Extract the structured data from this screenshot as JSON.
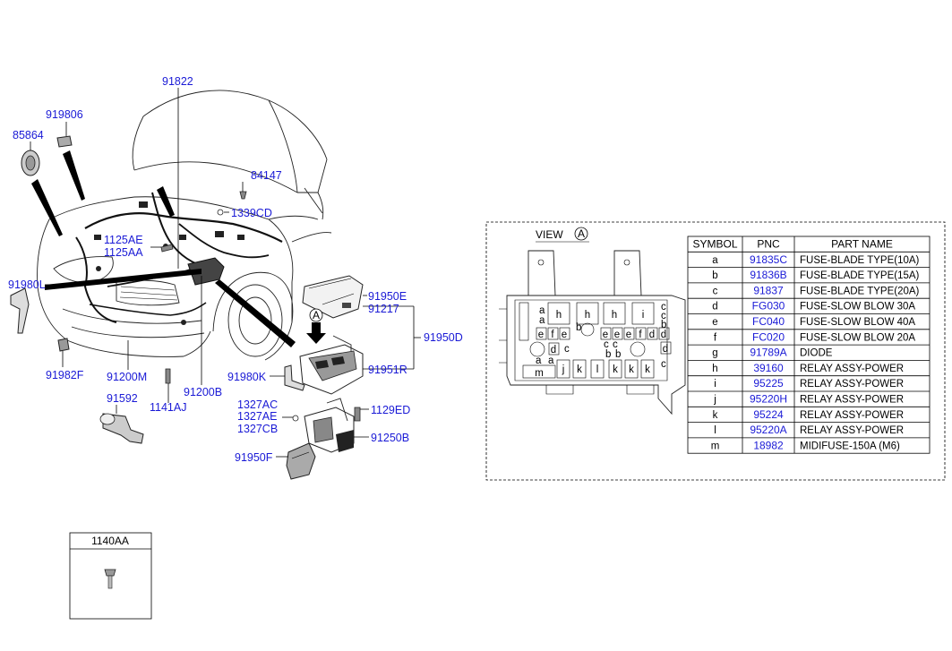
{
  "callouts": {
    "c91822": "91822",
    "c919806": "919806",
    "c85864": "85864",
    "c84147": "84147",
    "c1339CD": "1339CD",
    "c1125AE": "1125AE",
    "c1125AA": "1125AA",
    "c91980L": "91980L",
    "c91982F": "91982F",
    "c91200M": "91200M",
    "c91592": "91592",
    "c1141AJ": "1141AJ",
    "c91200B": "91200B",
    "c91980K": "91980K",
    "c91950E": "91950E",
    "c91217": "91217",
    "c91950D": "91950D",
    "c91951R": "91951R",
    "c1327AC": "1327AC",
    "c1327AE": "1327AE",
    "c1327CB": "1327CB",
    "c1129ED": "1129ED",
    "c91250B": "91250B",
    "c91950F": "91950F"
  },
  "view_marker": "A",
  "view": {
    "title": "VIEW",
    "marker": "A"
  },
  "fusebox_letters": {
    "a": "a",
    "b": "b",
    "c": "c",
    "d": "d",
    "e": "e",
    "f": "f",
    "h": "h",
    "i": "i",
    "j": "j",
    "k": "k",
    "l": "l",
    "m": "m"
  },
  "table": {
    "headers": [
      "SYMBOL",
      "PNC",
      "PART NAME"
    ],
    "rows": [
      {
        "symbol": "a",
        "pnc": "91835C",
        "name": "FUSE-BLADE TYPE(10A)"
      },
      {
        "symbol": "b",
        "pnc": "91836B",
        "name": "FUSE-BLADE TYPE(15A)"
      },
      {
        "symbol": "c",
        "pnc": "91837",
        "name": "FUSE-BLADE TYPE(20A)"
      },
      {
        "symbol": "d",
        "pnc": "FG030",
        "name": "FUSE-SLOW BLOW 30A"
      },
      {
        "symbol": "e",
        "pnc": "FC040",
        "name": "FUSE-SLOW BLOW 40A"
      },
      {
        "symbol": "f",
        "pnc": "FC020",
        "name": "FUSE-SLOW BLOW 20A"
      },
      {
        "symbol": "g",
        "pnc": "91789A",
        "name": "DIODE"
      },
      {
        "symbol": "h",
        "pnc": "39160",
        "name": "RELAY ASSY-POWER"
      },
      {
        "symbol": "i",
        "pnc": "95225",
        "name": "RELAY ASSY-POWER"
      },
      {
        "symbol": "j",
        "pnc": "95220H",
        "name": "RELAY ASSY-POWER"
      },
      {
        "symbol": "k",
        "pnc": "95224",
        "name": "RELAY ASSY-POWER"
      },
      {
        "symbol": "l",
        "pnc": "95220A",
        "name": "RELAY ASSY-POWER"
      },
      {
        "symbol": "m",
        "pnc": "18982",
        "name": "MIDIFUSE-150A (M6)"
      }
    ]
  },
  "bolt_box": {
    "label": "1140AA"
  },
  "colors": {
    "pnc_link": "#1a1ad6",
    "text": "#000000",
    "line": "#000000"
  }
}
